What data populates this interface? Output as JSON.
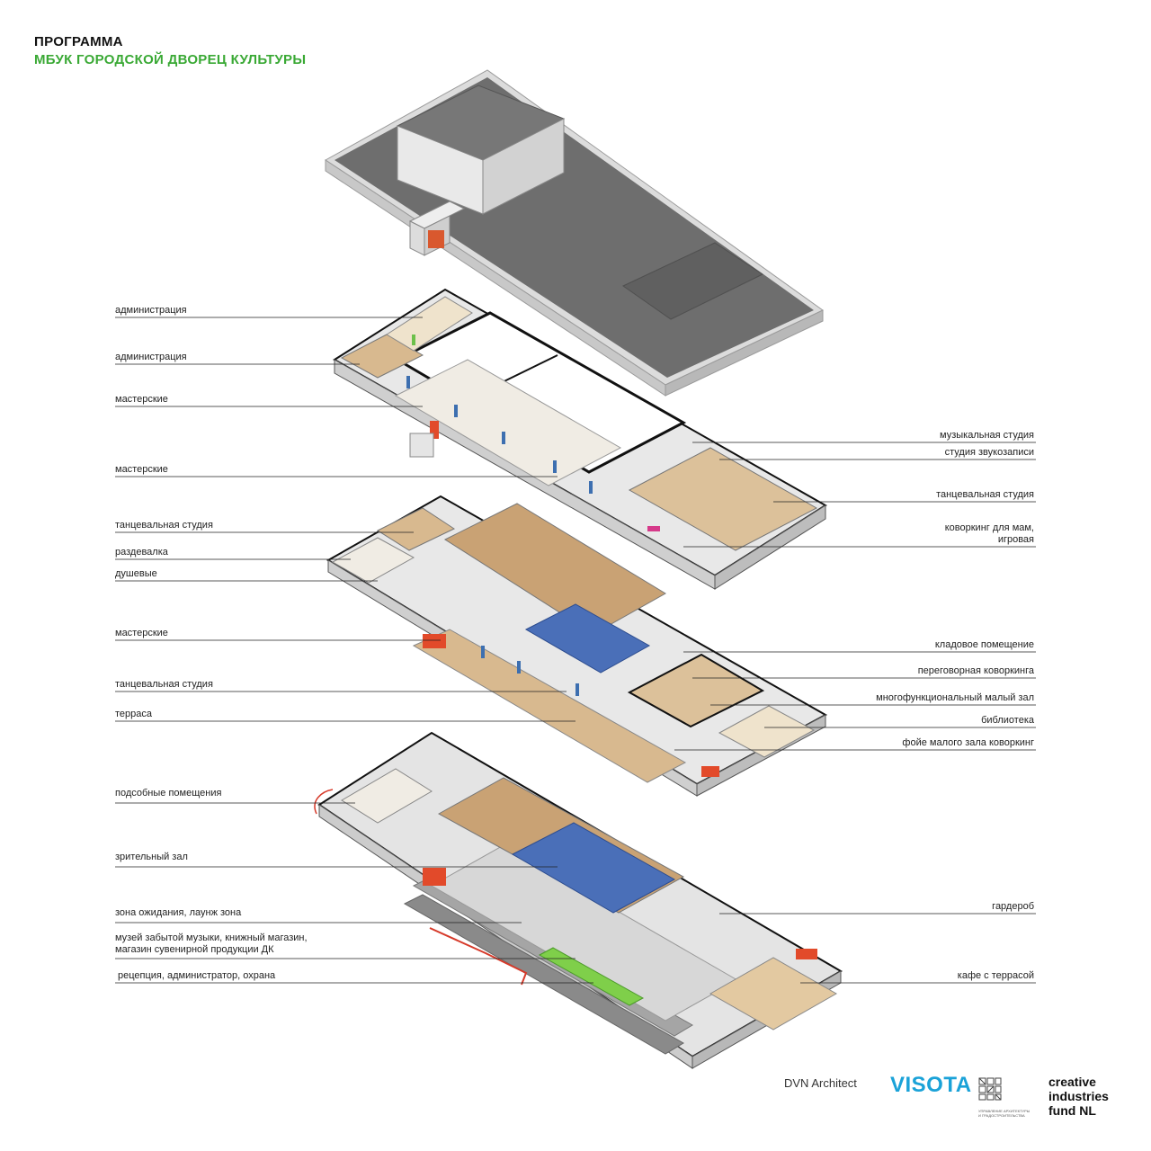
{
  "header": {
    "title": "ПРОГРАММА",
    "subtitle": "МБУК ГОРОДСКОЙ ДВОРЕЦ КУЛЬТУРЫ"
  },
  "labels_left": [
    {
      "text": "администрация"
    },
    {
      "text": "администрация"
    },
    {
      "text": "мастерские"
    },
    {
      "text": "мастерские"
    },
    {
      "text": "танцевальная студия"
    },
    {
      "text": "раздевалка"
    },
    {
      "text": "душевые"
    },
    {
      "text": "мастерские"
    },
    {
      "text": "танцевальная студия"
    },
    {
      "text": "терраса"
    },
    {
      "text": "подсобные помещения"
    },
    {
      "text": "зрительный зал"
    },
    {
      "text": "зона ожидания, лаунж зона"
    },
    {
      "text": "музей забытой музыки, книжный магазин,"
    },
    {
      "text": "магазин сувенирной продукции ДК"
    },
    {
      "text": "рецепция, администратор, охрана"
    }
  ],
  "labels_right": [
    {
      "text": "музыкальная студия"
    },
    {
      "text": "студия звукозаписи"
    },
    {
      "text": "танцевальная студия"
    },
    {
      "text": "коворкинг для мам,"
    },
    {
      "text": "игровая"
    },
    {
      "text": "кладовое помещение"
    },
    {
      "text": "переговорная коворкинга"
    },
    {
      "text": "многофункциональный малый зал"
    },
    {
      "text": "библиотека"
    },
    {
      "text": "фойе малого зала коворкинг"
    },
    {
      "text": "гардероб"
    },
    {
      "text": "кафе с террасой"
    }
  ],
  "footer": {
    "dvn": "DVN Architect",
    "visota": "VISOTA",
    "uag_text": "УПРАВЛЕНИЕ АРХИТЕКТУРЫ И ГРАДОСТРОИТЕЛЬСТВА",
    "cif_1": "creative",
    "cif_2": "industries",
    "cif_3": "fund NL"
  },
  "colors": {
    "accent_green": "#3aa935",
    "roof_gray": "#6e6e6e",
    "wall_light": "#e6e6e6",
    "floor_wood": "#d8b98f",
    "seats_blue": "#4a6fb8",
    "accent_red": "#e24a2a",
    "visota_blue": "#1aa2d8"
  }
}
